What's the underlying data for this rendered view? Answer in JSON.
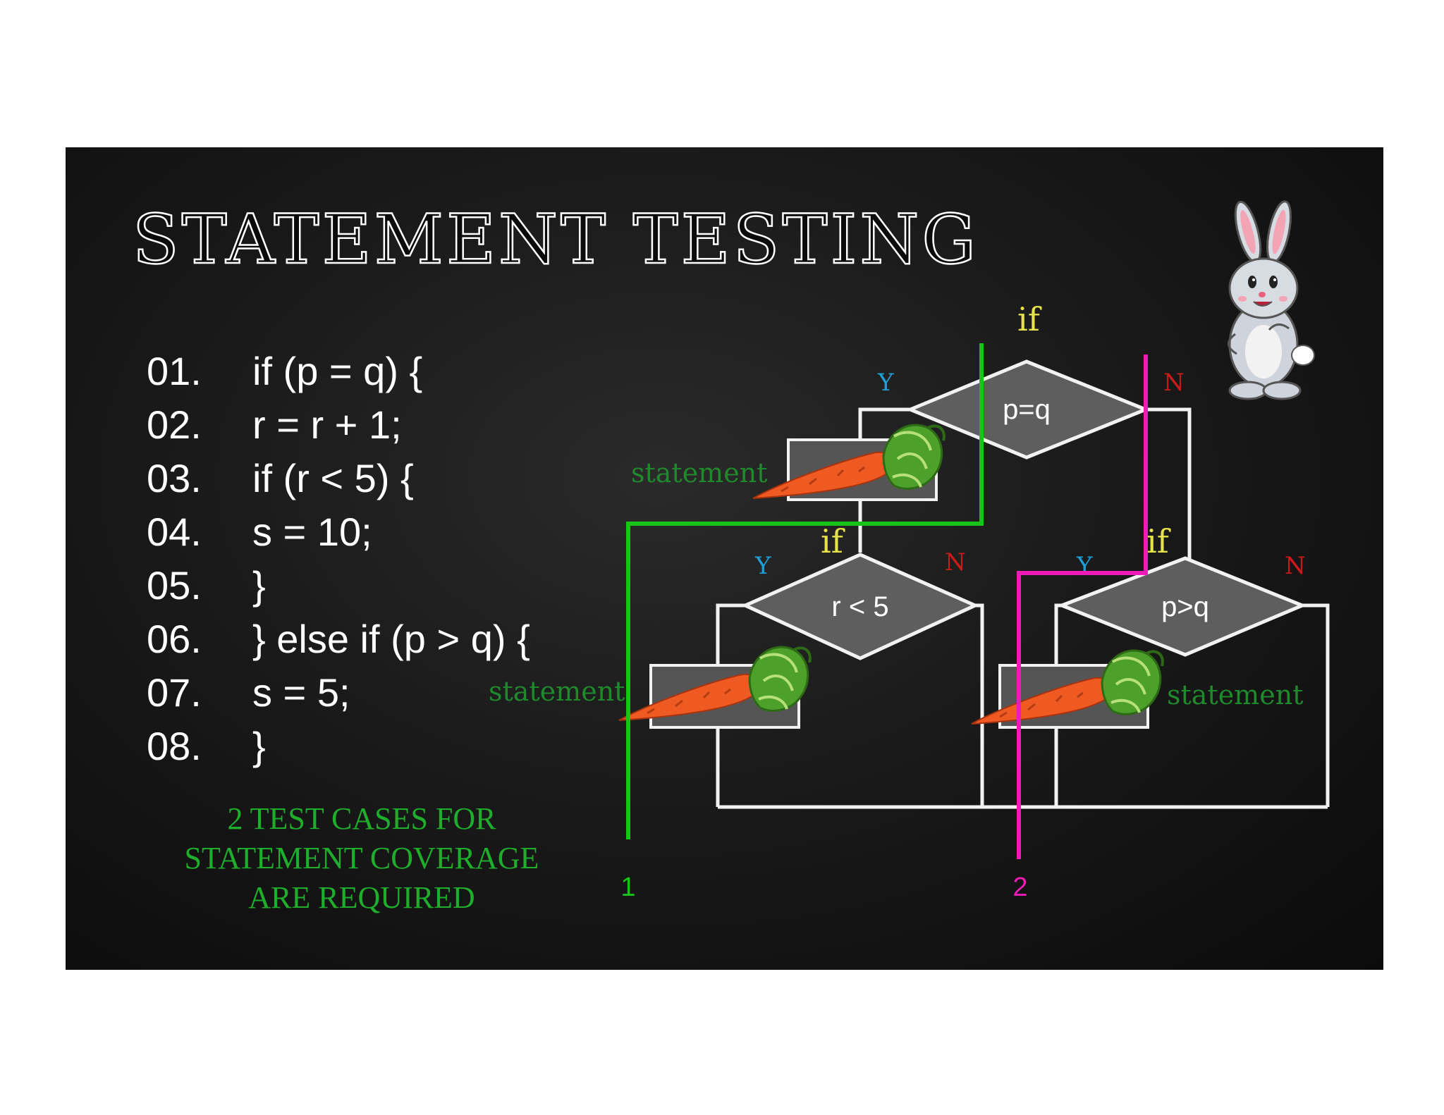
{
  "title": "STATEMENT TESTING",
  "code": [
    {
      "num": "01.",
      "text": "if (p = q) {"
    },
    {
      "num": "02.",
      "text": "r = r + 1;"
    },
    {
      "num": "03.",
      "text": "if (r < 5) {"
    },
    {
      "num": "04.",
      "text": "s = 10;"
    },
    {
      "num": "05.",
      "text": "}"
    },
    {
      "num": "06.",
      "text": "} else if (p > q) {"
    },
    {
      "num": "07.",
      "text": "s = 5;"
    },
    {
      "num": "08.",
      "text": "}"
    }
  ],
  "note_lines": [
    "2 TEST CASES  FOR",
    "STATEMENT COVERAGE",
    "ARE REQUIRED"
  ],
  "flowchart": {
    "if_label": "if",
    "yes_label": "Y",
    "no_label": "N",
    "statement_label": "statement",
    "decisions": [
      "p=q",
      "r < 5",
      "p>q"
    ],
    "path_labels": [
      "1",
      "2"
    ]
  },
  "colors": {
    "path_1": "#18c418",
    "path_2": "#ee1bb8",
    "if_text": "#e6e24a",
    "yes_text": "#1e9fd6",
    "no_text": "#cc1a1a",
    "statement_text": "#1f8a2c",
    "decision_fill": "#5e5e5e",
    "flow_lines": "#f2f2f2"
  },
  "icons": [
    "rabbit-icon",
    "carrot-icon"
  ]
}
